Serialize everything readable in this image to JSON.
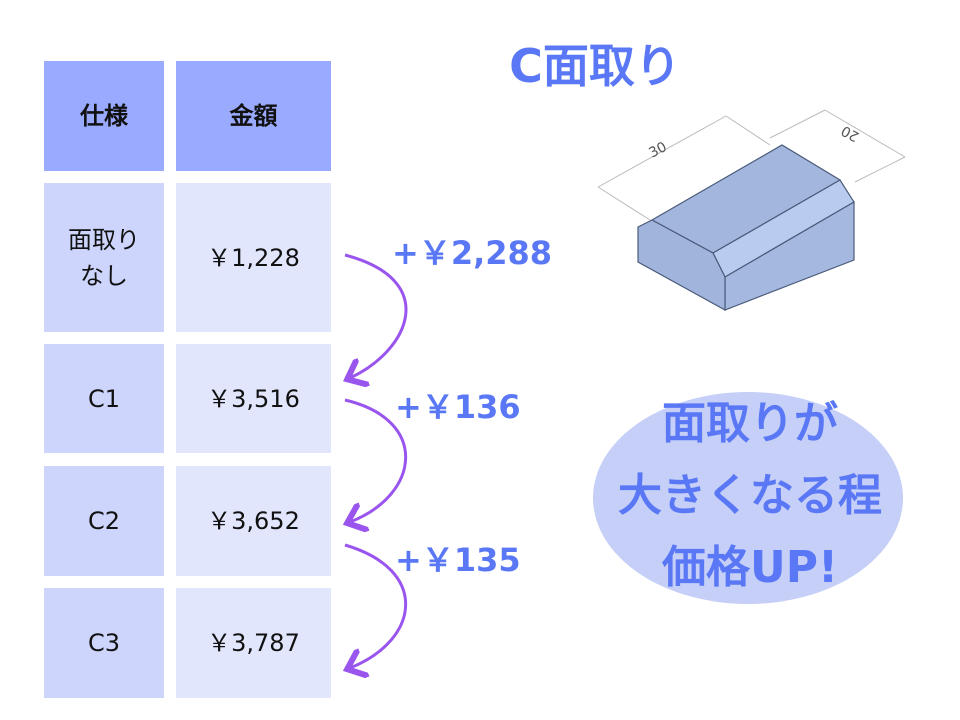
{
  "title": "C面取り",
  "table": {
    "headers": [
      "仕様",
      "金額"
    ],
    "rows": [
      {
        "spec": "面取り\nなし",
        "price": "￥1,228"
      },
      {
        "spec": "C1",
        "price": "￥3,516"
      },
      {
        "spec": "C2",
        "price": "￥3,652"
      },
      {
        "spec": "C3",
        "price": "￥3,787"
      }
    ]
  },
  "increments": [
    "+￥2,288",
    "+￥136",
    "+￥135"
  ],
  "diagram": {
    "dim_length": "30",
    "dim_width": "20"
  },
  "callout": {
    "line1": "面取りが",
    "line2": "大きくなる程",
    "line3": "価格UP!"
  },
  "colors": {
    "accent": "#5a78f5",
    "arrow": "#9955ee",
    "header": "#9aabff"
  }
}
